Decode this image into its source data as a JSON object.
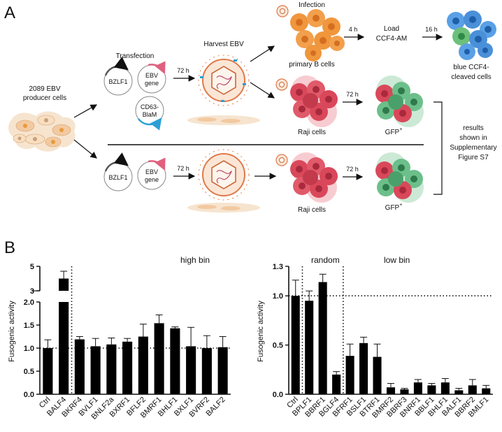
{
  "panel_a": {
    "letter": "A",
    "producer_line1": "2089 EBV",
    "producer_line2": "producer cells",
    "transfection": "Transfection",
    "bzlf1": "BZLF1",
    "ebv_gene_line1": "EBV",
    "ebv_gene_line2": "gene",
    "cd63_line1": "CD63-",
    "cd63_line2": "BlaM",
    "harvest": "Harvest EBV",
    "h72": "72 h",
    "h4": "4 h",
    "h16": "16 h",
    "infection": "Infection",
    "primary_b": "primary B cells",
    "load_line1": "Load",
    "load_line2": "CCF4-AM",
    "blue_line1": "blue CCF4-",
    "blue_line2": "cleaved cells",
    "raji": "Raji cells",
    "gfp": "GFP",
    "gfp_sup": "+",
    "results_line1": "results",
    "results_line2": "shown in",
    "results_line3": "Supplementary",
    "results_line4": "Figure S7"
  },
  "panel_b": {
    "letter": "B",
    "ylabel": "Fusogenic activity",
    "high_bin": "high bin",
    "random": "random",
    "low_bin": "low bin"
  },
  "colors": {
    "bar": "#000000",
    "orange_cell": "#f0963c",
    "red_cell": "#d9485a",
    "green_cell": "#6cbf8a",
    "blue_cell": "#4a90d9",
    "plasmid_pink": "#e0607e",
    "plasmid_blue": "#2a9fd6",
    "virus_orange": "#e07a4a"
  },
  "chart_data": [
    {
      "type": "bar",
      "categories": [
        "Ctrl",
        "BALF4",
        "BKRF4",
        "BVLF1",
        "BNLF2a",
        "BXRF1",
        "BFLF2",
        "BMRF1",
        "BHLF1",
        "BXLF1",
        "BVRF2",
        "BALF2"
      ],
      "values": [
        1.0,
        4.0,
        1.19,
        1.04,
        1.08,
        1.14,
        1.25,
        1.54,
        1.43,
        1.04,
        1.0,
        1.02
      ],
      "errors": [
        0.18,
        0.6,
        0.06,
        0.17,
        0.14,
        0.07,
        0.27,
        0.18,
        0.03,
        0.41,
        0.27,
        0.23
      ],
      "ylabel": "Fusogenic activity",
      "annotation": "high bin",
      "axis_break": true,
      "ylim_lower": [
        0.0,
        2.0
      ],
      "ylim_upper": [
        3,
        5
      ],
      "yticks": [
        "0.0",
        "0.5",
        "1.0",
        "1.5",
        "2.0",
        "3",
        "5"
      ],
      "reference_line": 1.0
    },
    {
      "type": "bar",
      "categories": [
        "Ctrl",
        "BPLF1",
        "BBRF1",
        "BGLF4",
        "BFRF1",
        "BSLF1",
        "BTRF1",
        "BMRF2",
        "BBRF3",
        "BNRF1",
        "BBLF1",
        "BHLF1",
        "BALF1",
        "BBRF2",
        "BMLF1"
      ],
      "values": [
        1.0,
        0.95,
        1.14,
        0.2,
        0.39,
        0.52,
        0.38,
        0.07,
        0.05,
        0.12,
        0.09,
        0.12,
        0.04,
        0.09,
        0.06
      ],
      "errors": [
        0.16,
        0.1,
        0.08,
        0.03,
        0.12,
        0.06,
        0.13,
        0.04,
        0.01,
        0.03,
        0.02,
        0.04,
        0.02,
        0.06,
        0.03
      ],
      "ylabel": "Fusogenic activity",
      "annotations": [
        "random",
        "low bin"
      ],
      "ylim": [
        0.0,
        1.3
      ],
      "yticks": [
        "0.0",
        "0.5",
        "1.0",
        "1.3"
      ],
      "reference_line": 1.0
    }
  ]
}
